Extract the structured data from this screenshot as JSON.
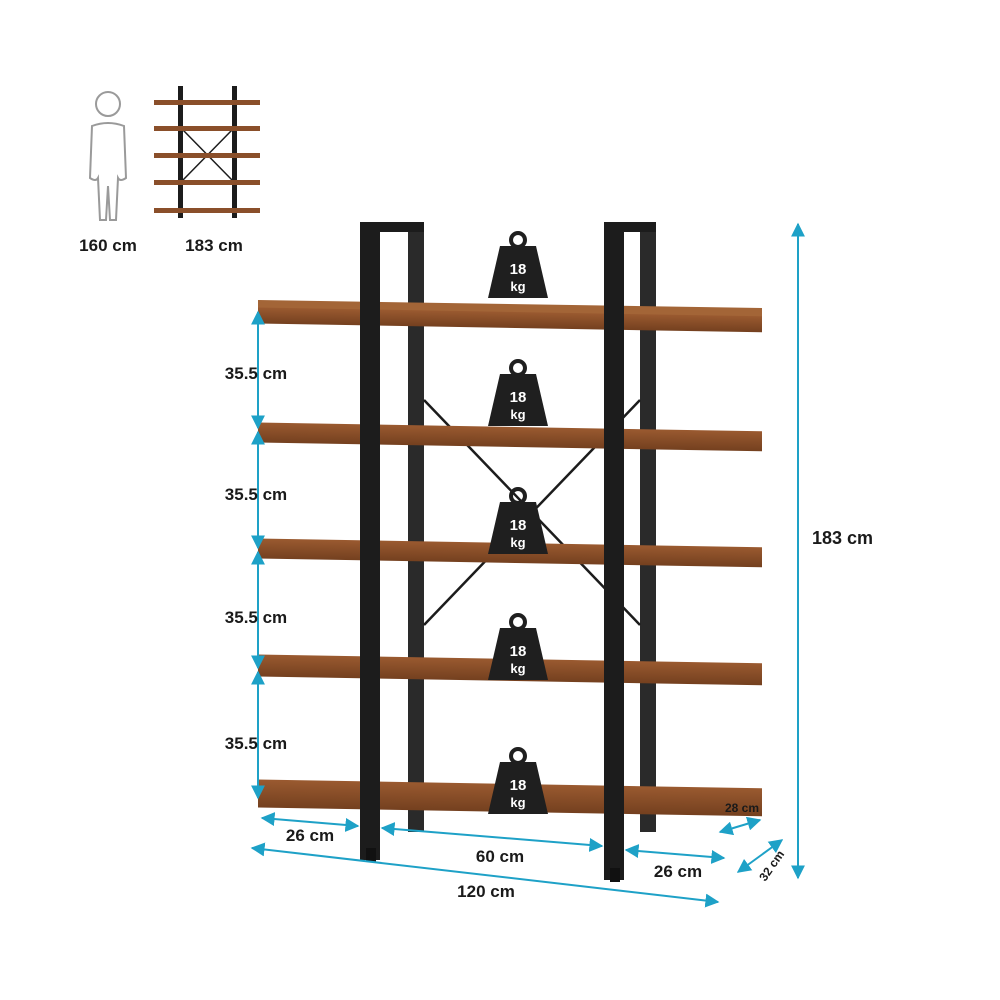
{
  "scale_reference": {
    "person_height": "160 cm",
    "shelf_height": "183 cm"
  },
  "dimensions": {
    "total_height": "183 cm",
    "shelf_spacing": [
      "35.5 cm",
      "35.5 cm",
      "35.5 cm",
      "35.5 cm"
    ],
    "left_overhang": "26 cm",
    "inner_width": "60 cm",
    "right_overhang": "26 cm",
    "total_width": "120 cm",
    "shelf_depth": "28 cm",
    "total_depth": "32 cm"
  },
  "load_badges": [
    {
      "value": "18",
      "unit": "kg"
    },
    {
      "value": "18",
      "unit": "kg"
    },
    {
      "value": "18",
      "unit": "kg"
    },
    {
      "value": "18",
      "unit": "kg"
    },
    {
      "value": "18",
      "unit": "kg"
    }
  ],
  "colors": {
    "wood": "#8a4f2a",
    "wood_dark": "#6a3a1e",
    "frame": "#1c1c1c",
    "dimension_line": "#1ea1c7",
    "badge": "#1f1f1f"
  }
}
